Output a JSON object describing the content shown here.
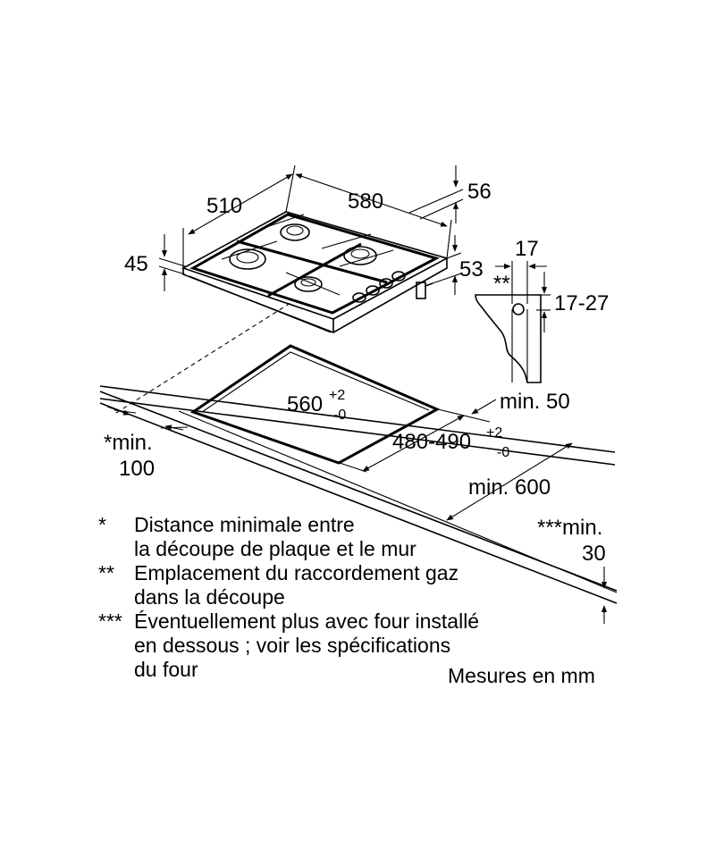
{
  "dimensions": {
    "width": "510",
    "depth": "580",
    "top_offset": "56",
    "height_left": "45",
    "height_right": "53",
    "bracket_width": "17",
    "worktop_thickness": "17-27",
    "min_front": "min. 50",
    "cutout_width": "560",
    "cutout_width_tol_upper": "+2",
    "cutout_width_tol_lower": "-0",
    "cutout_depth": "480-490",
    "cutout_depth_tol_upper": "+2",
    "cutout_depth_tol_lower": "-0",
    "min_wall_prefix": "*min.",
    "min_wall_value": "100",
    "min_depth": "min. 600",
    "min_below_prefix": "***min.",
    "min_below_value": "30",
    "gas_marker": "**"
  },
  "notes": [
    {
      "mark": "*",
      "lines": [
        "Distance minimale entre",
        "la découpe de plaque et le mur"
      ]
    },
    {
      "mark": "**",
      "lines": [
        "Emplacement du raccordement gaz",
        "dans la découpe"
      ]
    },
    {
      "mark": "***",
      "lines": [
        "Éventuellement plus avec four installé",
        "en dessous ; voir les spécifications",
        "du four"
      ]
    }
  ],
  "units_label": "Mesures en mm"
}
